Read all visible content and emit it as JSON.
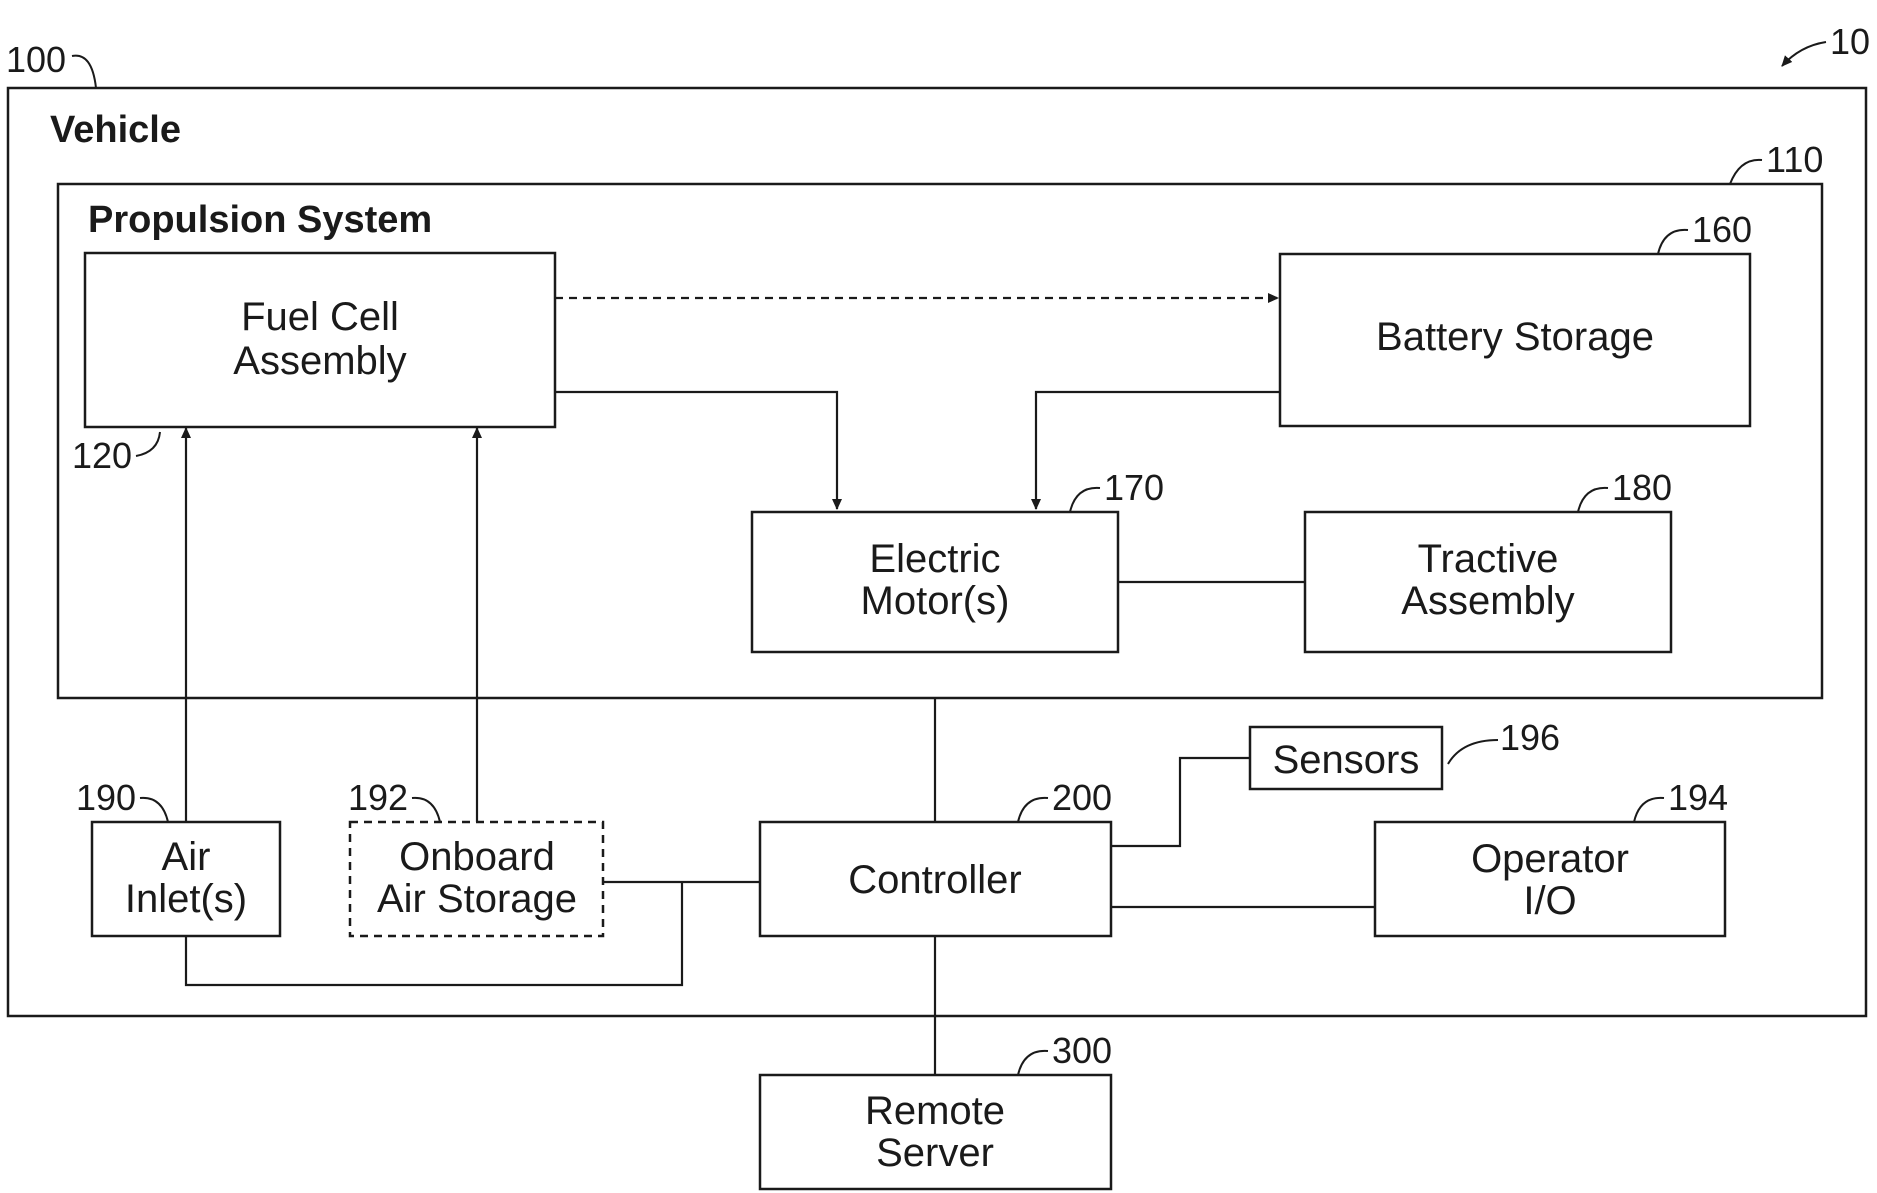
{
  "vehicle": {
    "title": "Vehicle",
    "ref": "100"
  },
  "figure_ref": "10",
  "propulsion": {
    "title": "Propulsion System",
    "ref": "110"
  },
  "fuel_cell": {
    "line1": "Fuel Cell",
    "line2": "Assembly",
    "ref": "120"
  },
  "battery": {
    "label": "Battery Storage",
    "ref": "160"
  },
  "motor": {
    "line1": "Electric",
    "line2": "Motor(s)",
    "ref": "170"
  },
  "tractive": {
    "line1": "Tractive",
    "line2": "Assembly",
    "ref": "180"
  },
  "air_inlet": {
    "line1": "Air",
    "line2": "Inlet(s)",
    "ref": "190"
  },
  "onboard_air": {
    "line1": "Onboard",
    "line2": "Air Storage",
    "ref": "192"
  },
  "sensors": {
    "label": "Sensors",
    "ref": "196"
  },
  "controller": {
    "label": "Controller",
    "ref": "200"
  },
  "operator_io": {
    "line1": "Operator",
    "line2": "I/O",
    "ref": "194"
  },
  "remote_server": {
    "line1": "Remote",
    "line2": "Server",
    "ref": "300"
  }
}
